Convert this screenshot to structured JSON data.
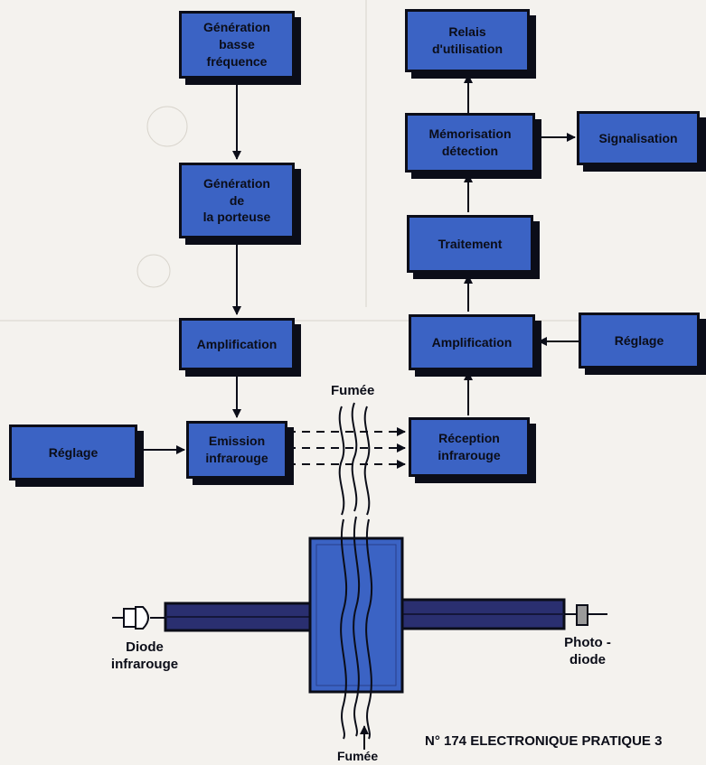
{
  "blocks": {
    "gen_bf": [
      "Génération",
      "basse",
      "fréquence"
    ],
    "gen_porteuse": [
      "Génération",
      "de",
      "la porteuse"
    ],
    "ampli_tx": [
      "Amplification"
    ],
    "emission": [
      "Emission",
      "infrarouge"
    ],
    "reglage_tx": [
      "Réglage"
    ],
    "relais": [
      "Relais",
      "d'utilisation"
    ],
    "memo": [
      "Mémorisation",
      "détection"
    ],
    "signalisation": [
      "Signalisation"
    ],
    "traitement": [
      "Traitement"
    ],
    "ampli_rx": [
      "Amplification"
    ],
    "reglage_rx": [
      "Réglage"
    ],
    "reception": [
      "Réception",
      "infrarouge"
    ]
  },
  "labels": {
    "fumee_top": "Fumée",
    "fumee_bottom": "Fumée",
    "diode": [
      "Diode",
      "infrarouge"
    ],
    "photodiode": [
      "Photo -",
      "diode"
    ]
  },
  "footer": "N° 174 ELECTRONIQUE PRATIQUE 3"
}
